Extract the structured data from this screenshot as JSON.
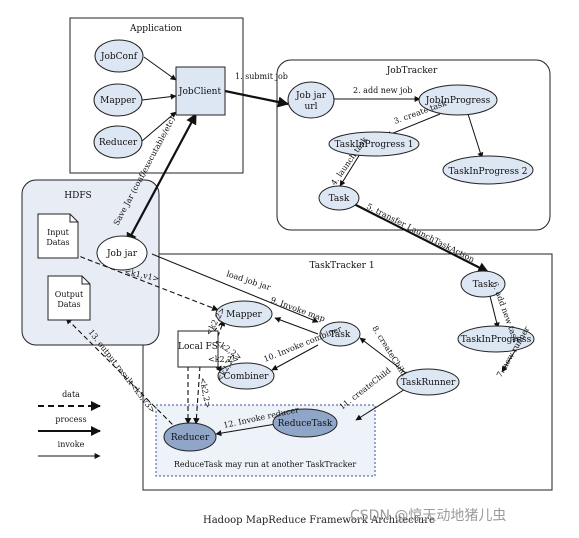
{
  "groups": {
    "application": "Application",
    "jobtracker": "JobTracker",
    "hdfs": "HDFS",
    "tasktracker": "TaskTracker 1",
    "reduce_note": "ReduceTask may run at another TaskTracker"
  },
  "nodes": {
    "jobconf": "JobConf",
    "mapper_app": "Mapper",
    "reducer_app": "Reducer",
    "jobclient": "JobClient",
    "jobjar_url": [
      "Job jar",
      "url"
    ],
    "jobinprogress": "JobInProgress",
    "tip1": "TaskInProgress 1",
    "tip2": "TaskInProgress 2",
    "task_jt": "Task",
    "input_datas": [
      "Input",
      "Datas"
    ],
    "output_datas": [
      "Output",
      "Datas"
    ],
    "job_jar": "Job jar",
    "mapper_tt": "Mapper",
    "local_fs": "Local FS",
    "combiner": "Combiner",
    "task_tt": "Task",
    "task_right": "Task",
    "tip_right": "TaskInProgress",
    "taskrunner": "TaskRunner",
    "reducetask": "ReduceTask",
    "reducer_tt": "Reducer"
  },
  "edges": {
    "e1": "1. submit job",
    "e2": "2. add new job",
    "e3": "3. create task",
    "e4": "4. launch task",
    "e5": "5. transfer LaunchTaskAction",
    "e6": "6. add new task",
    "e7": "7. new runner",
    "e8": "8. createChild",
    "e9": "9. Invoke map",
    "e10": "10. Invoke combiner",
    "e11": "11. createChild",
    "e12": "12. Invoke reducer",
    "e13": "13. output result<k3,v3>",
    "save_jar": "Save Jar (conf/executable/etc)",
    "load_job_jar": "load job jar",
    "k1v1": "<k1,v1>",
    "k2_a": "<k2,2>",
    "k2_b": "<k2,2>",
    "k2_c": "<k2,2>",
    "k2_d": "<k2,2>",
    "k2_e": "<k2,2>"
  },
  "legend": {
    "data": "data",
    "process": "process",
    "invoke": "invoke"
  },
  "footer": "Hadoop MapReduce Framework Architecture",
  "watermark": "CSDN @惊天动地猪儿虫",
  "colors": {
    "node_fill": "#dde6f3",
    "node_fill_dark": "#8fa6c8",
    "stroke": "#222222",
    "group_fill": "#ffffff",
    "hdfs_fill": "#e7ecf5"
  }
}
